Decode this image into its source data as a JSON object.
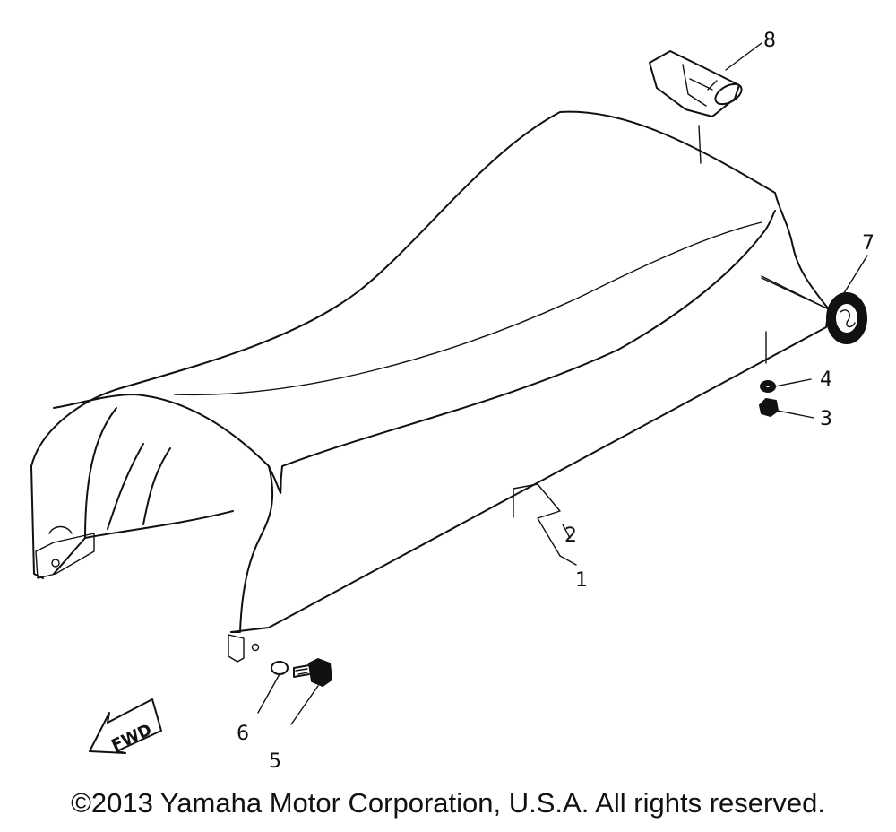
{
  "diagram": {
    "callouts": [
      "1",
      "2",
      "3",
      "4",
      "5",
      "6",
      "7",
      "8"
    ],
    "direction_label": "FWD"
  },
  "footer": {
    "copyright": "©2013 Yamaha Motor Corporation, U.S.A. All rights reserved."
  }
}
